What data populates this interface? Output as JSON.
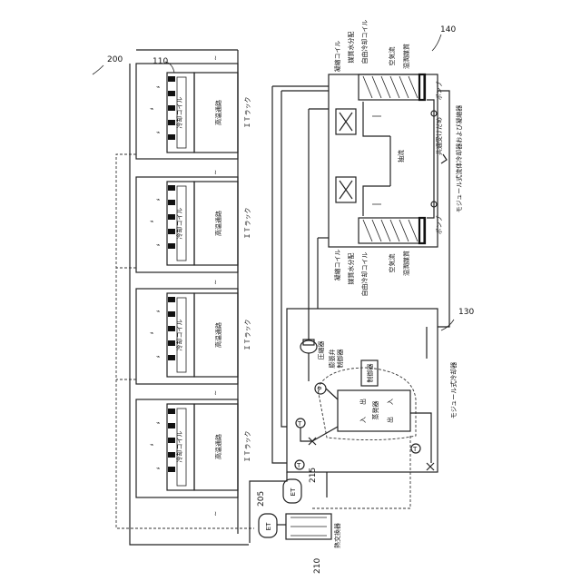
{
  "figure": {
    "ref_main": "200",
    "ref_cooling_coil": "110",
    "ref_modular_chiller": "130",
    "ref_modular_cooler": "140",
    "ref_205": "205",
    "ref_210": "210",
    "ref_215": "215"
  },
  "rack_rows": [
    {
      "coil": "冷却コイル",
      "hot_aisle": "高温通路",
      "rack": "ＩＴラック"
    },
    {
      "coil": "冷却コイル",
      "hot_aisle": "高温通路",
      "rack": "ＩＴラック"
    },
    {
      "coil": "冷却コイル",
      "hot_aisle": "高温通路",
      "rack": "ＩＴラック"
    },
    {
      "coil": "冷却コイル",
      "hot_aisle": "高温通路",
      "rack": "ＩＴラック"
    }
  ],
  "chiller": {
    "title": "モジュール式冷却器",
    "compressor": "圧縮器",
    "expansion_valve": "膨張弁\n制御器",
    "controller": "制御器",
    "evaporator": "蒸発器",
    "in1": "入",
    "out1": "出",
    "in2": "入",
    "out2": "出",
    "p": "P",
    "t": "T"
  },
  "cooler": {
    "title": "モジュール式流体冷却器および凝縮器",
    "condenser_coil_top": "凝縮コイル",
    "media_dist_top": "媒質水分配",
    "free_cool_top": "自由冷却コイル",
    "airflow_top": "空気流",
    "wet_media_top": "湿潤媒質",
    "pump_top": "ポンプ",
    "common_sump": "共通受けだめ",
    "bleed": "抽流",
    "condenser_coil_bot": "凝縮コイル",
    "media_dist_bot": "媒質水分配",
    "free_cool_bot": "自由冷却コイル",
    "airflow_bot": "空気流",
    "wet_media_bot": "湿潤媒質",
    "pump_bot": "ポンプ"
  },
  "aux": {
    "heat_exchanger": "熱交換器",
    "et1": "ET",
    "et2": "ET"
  }
}
